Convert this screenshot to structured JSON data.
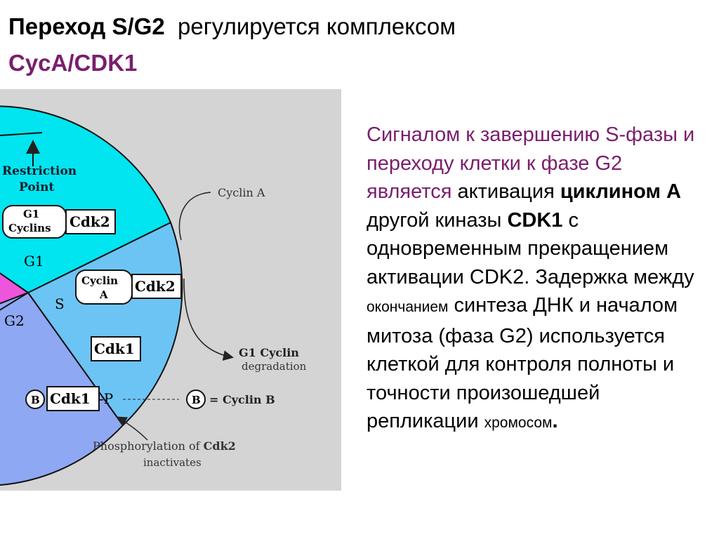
{
  "title": {
    "part1_bold": "Переход S/G2",
    "part2": "  регулируется комплексом",
    "line2": "CycA/CDK1"
  },
  "diagram": {
    "restriction_point_l1": "Restriction",
    "restriction_point_l2": "Point",
    "g1_cyclins_l1": "G1",
    "g1_cyclins_l2": "Cyclins",
    "cdk2_a": "Cdk2",
    "g1_phase": "G1",
    "s_phase": "S",
    "g2_phase": "G2",
    "cyclin_a_box_l1": "Cyclin",
    "cyclin_a_box_l2": "A",
    "cdk2_b": "Cdk2",
    "cdk1_s": "Cdk1",
    "b_circle": "B",
    "cdk1_g2": "Cdk1",
    "p_suffix": "-P",
    "cyclin_a_label": "Cyclin A",
    "g1_cyclin_deg_l1": "G1 Cyclin",
    "g1_cyclin_deg_l2": "degradation",
    "legend_b": "B",
    "legend_eq": "= Cyclin B",
    "phospho_l1_a": "Phosphorylation of ",
    "phospho_l1_b": "Cdk2",
    "phospho_l2": "inactivates",
    "colors": {
      "background": "#d4d4d4",
      "g1_sector": "#00e5f0",
      "s_sector": "#6cc4f4",
      "g2_sector": "#8ea8f4",
      "m_sector": "#ee55dd"
    }
  },
  "body": {
    "s1": "Сигналом к завершению S-фазы и переходу клетки к фазе G2 является ",
    "s2": "активация ",
    "s3": "циклином А",
    "s4": " другой киназы ",
    "s5": "CDK1",
    "s6": " с одновременным прекращением активации CDK2. Задержка между ",
    "s7": "окончанием",
    "s8": " синтеза ДНК и началом митоза (фаза G2) используется клеткой для контроля полноты и точности произошедшей репликации ",
    "s9": "хромосом",
    "s10": "."
  }
}
